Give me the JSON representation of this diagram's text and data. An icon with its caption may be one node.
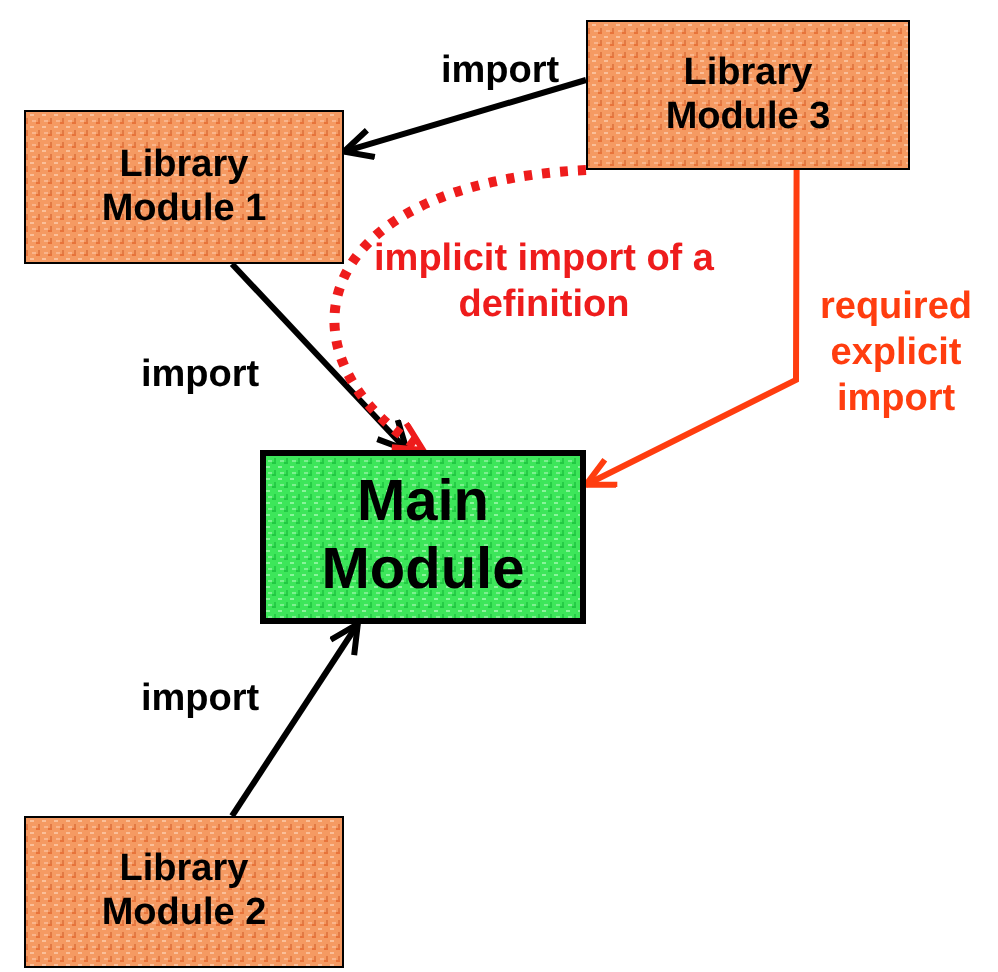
{
  "diagram": {
    "nodes": [
      {
        "text": [
          "Library Module 1"
        ]
      },
      {
        "text": [
          "Library Module 3"
        ]
      },
      {
        "text": [
          "Main Module"
        ]
      },
      {
        "text": [
          "Library Module 2"
        ]
      }
    ],
    "edges": [
      {
        "from": 1,
        "to": 0,
        "arrow": "to",
        "label": "import"
      },
      {
        "from": 0,
        "to": 2,
        "arrow": "to",
        "label": "import"
      },
      {
        "from": 1,
        "to": 2,
        "arrow": "to",
        "label": "implicit import of a definition",
        "style": "dashed",
        "color": "#ee1c1c"
      },
      {
        "from": 1,
        "to": 2,
        "arrow": "to",
        "label": "required explicit import",
        "color": "#ff3d0f"
      },
      {
        "from": 3,
        "to": 2,
        "arrow": "to",
        "label": "import"
      }
    ]
  }
}
